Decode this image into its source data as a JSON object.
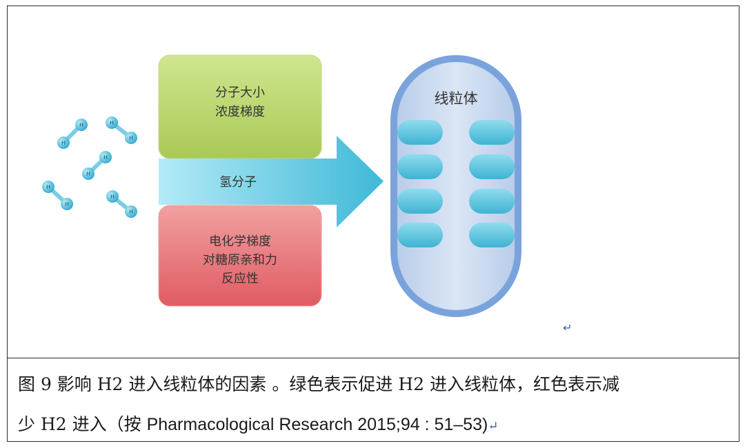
{
  "diagram": {
    "green_box": {
      "line1": "分子大小",
      "line2": "浓度梯度"
    },
    "arrow_label": "氢分子",
    "red_box": {
      "line1": "电化学梯度",
      "line2": "对糖原亲和力",
      "line3": "反应性"
    },
    "mitochondrion_label": "线粒体",
    "h2_atom_label": "H",
    "colors": {
      "green": "#b9d66a",
      "red": "#e36b70",
      "arrow": "#4fc0db",
      "mito_border": "#6f9ad6",
      "mito_fill": "#c9d8ee",
      "cristae": "#52c3dc",
      "atom": "#4fb8d8"
    }
  },
  "caption": {
    "line1": "图 9  影响 H2 进入线粒体的因素 。绿色表示促进 H2 进入线粒体，红色表示减",
    "line2_cn": "少 H2 进入（按 ",
    "line2_en": "Pharmacological Research 2015;94 : 51–53)",
    "return_mark": "↵"
  }
}
